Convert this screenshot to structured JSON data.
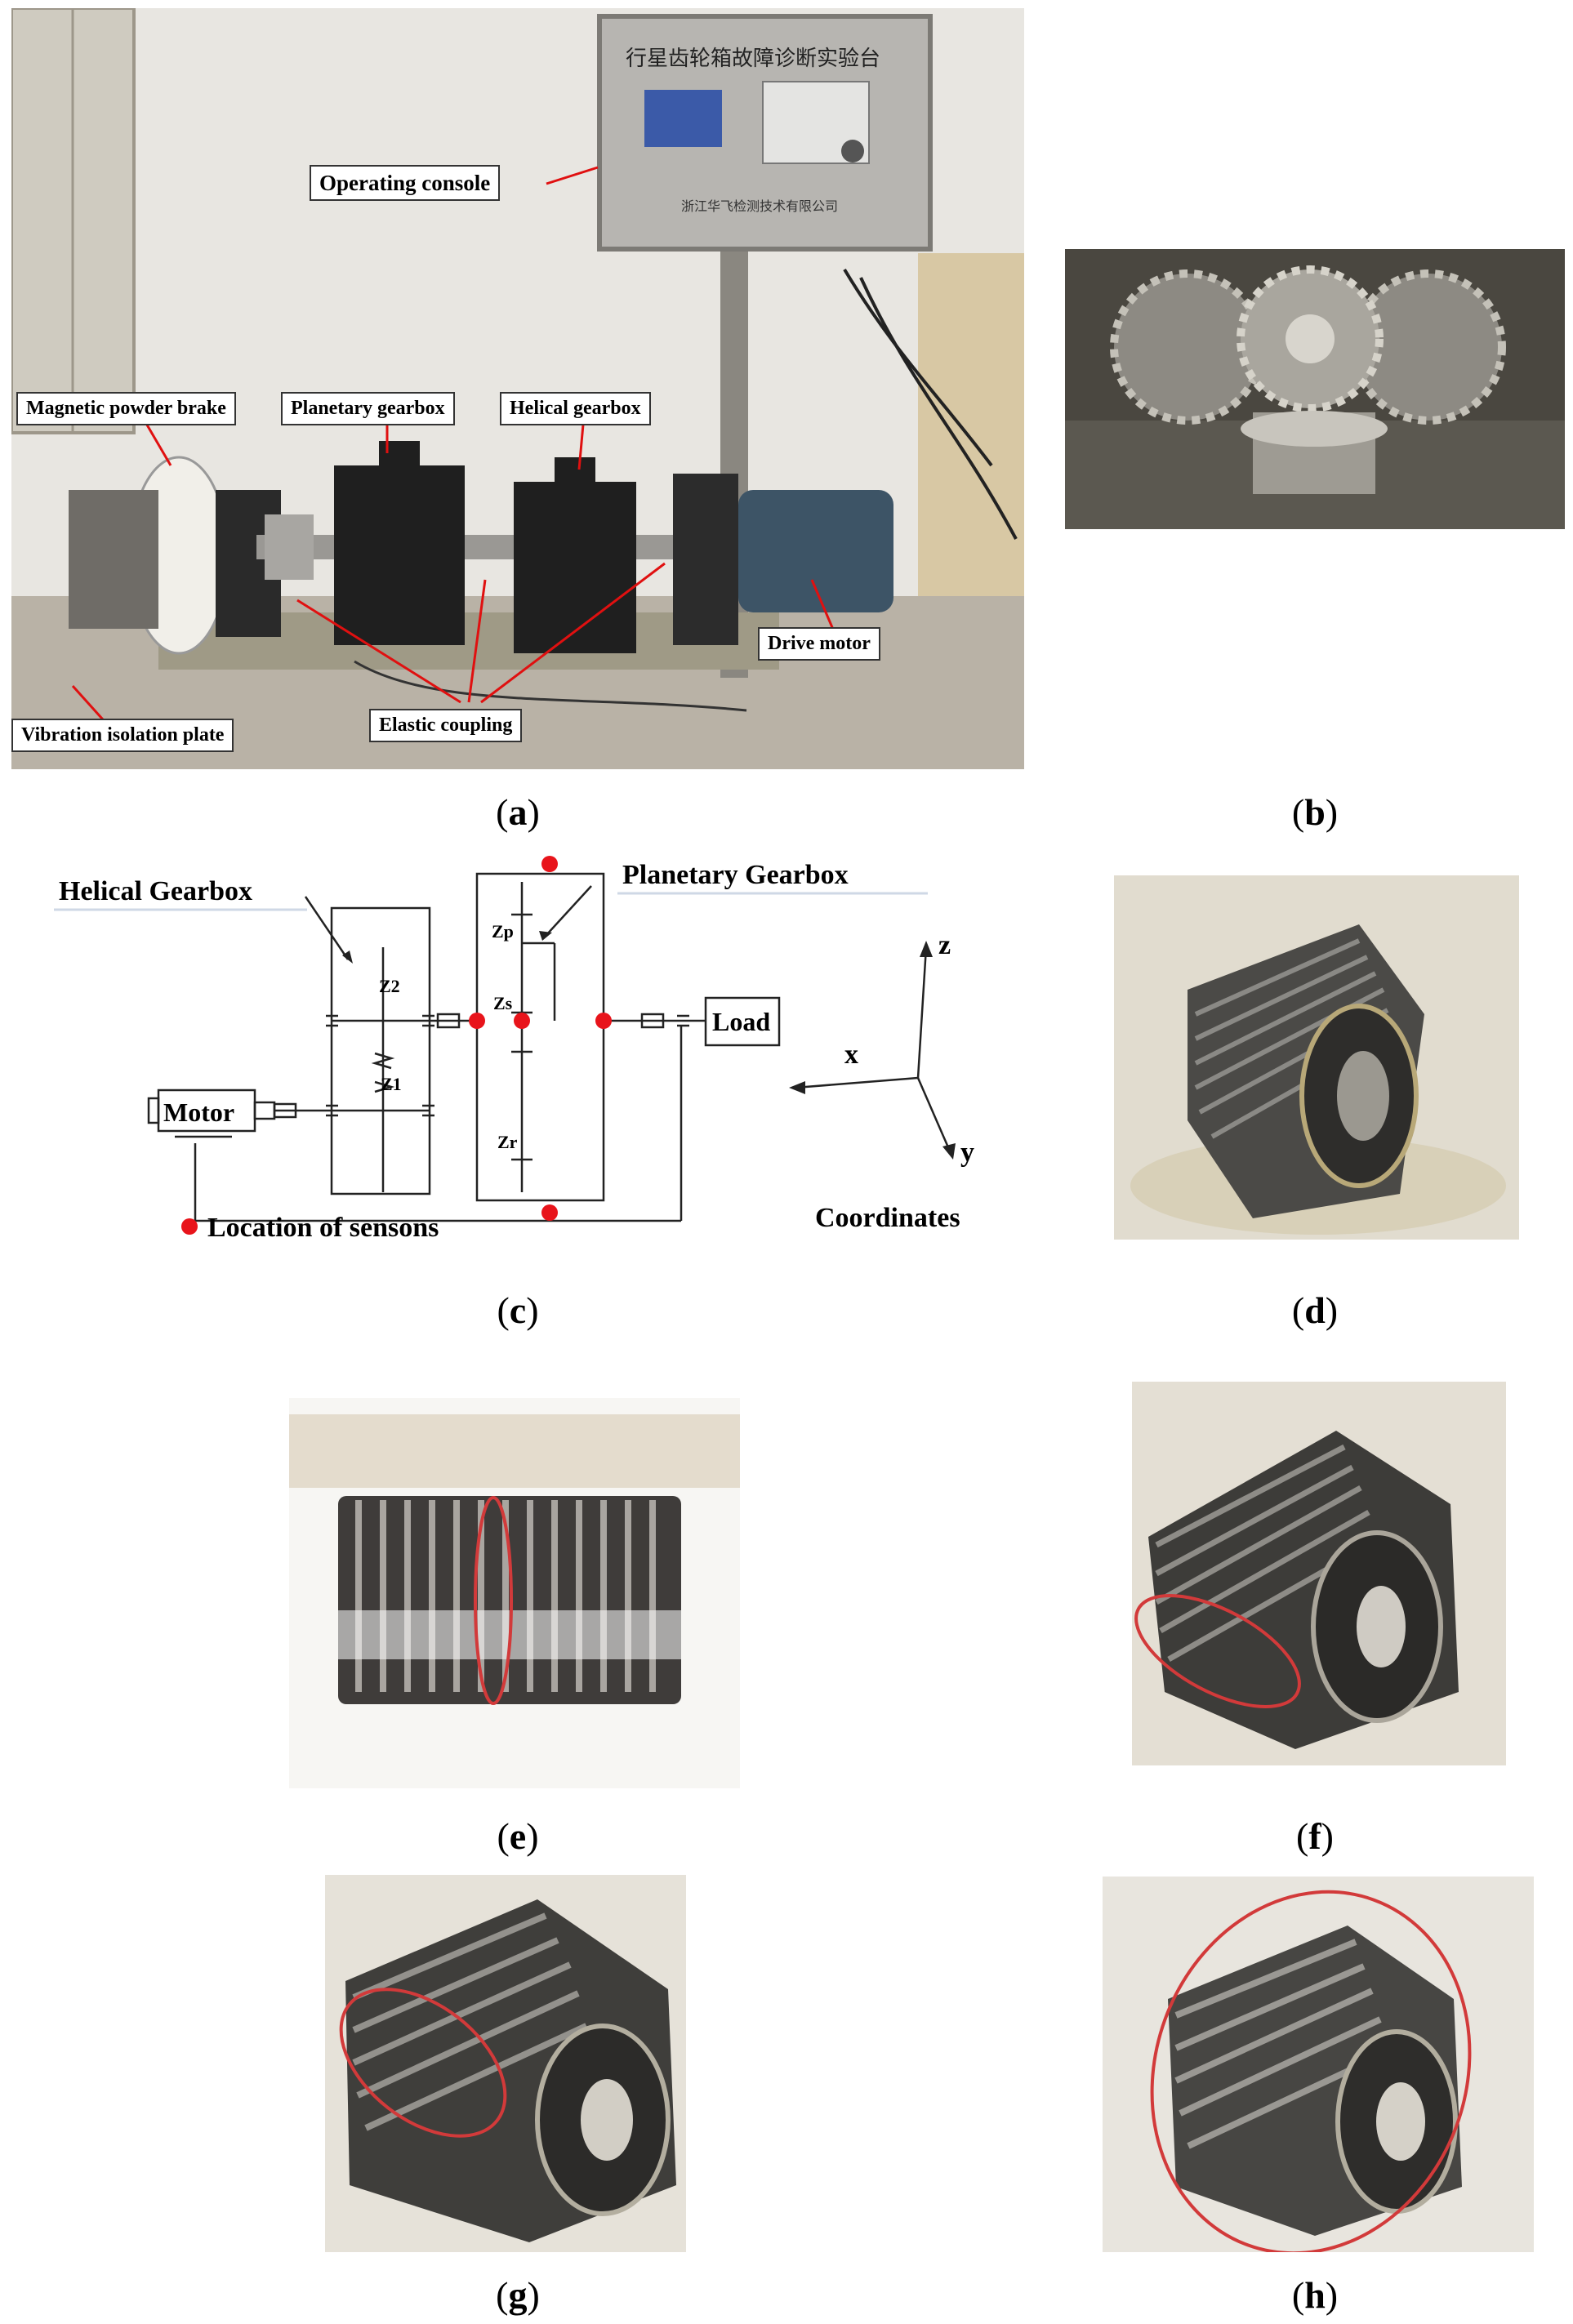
{
  "panel_a": {
    "labels": {
      "operating_console": "Operating console",
      "magnetic_powder_brake": "Magnetic powder brake",
      "planetary_gearbox": "Planetary gearbox",
      "helical_gearbox": "Helical gearbox",
      "drive_motor": "Drive motor",
      "vibration_isolation_plate": "Vibration isolation plate",
      "elastic_coupling": "Elastic coupling"
    },
    "console_title": "行星齿轮箱故障诊断实验台",
    "console_footer": "浙江华飞检测技术有限公司"
  },
  "panel_c": {
    "helical_gearbox": "Helical Gearbox",
    "planetary_gearbox": "Planetary Gearbox",
    "motor": "Motor",
    "load": "Load",
    "z2": "Z2",
    "z1": "Z1",
    "zp": "Zp",
    "zs": "Zs",
    "zr": "Zr",
    "sensor_legend": "Location of sensons",
    "axis_x": "x",
    "axis_y": "y",
    "axis_z": "z",
    "coordinates": "Coordinates"
  },
  "captions": {
    "a": "a",
    "b": "b",
    "c": "c",
    "d": "d",
    "e": "e",
    "f": "f",
    "g": "g",
    "h": "h"
  },
  "colors": {
    "sensor": "#e8141b",
    "fault_circle": "#d23a3a"
  }
}
